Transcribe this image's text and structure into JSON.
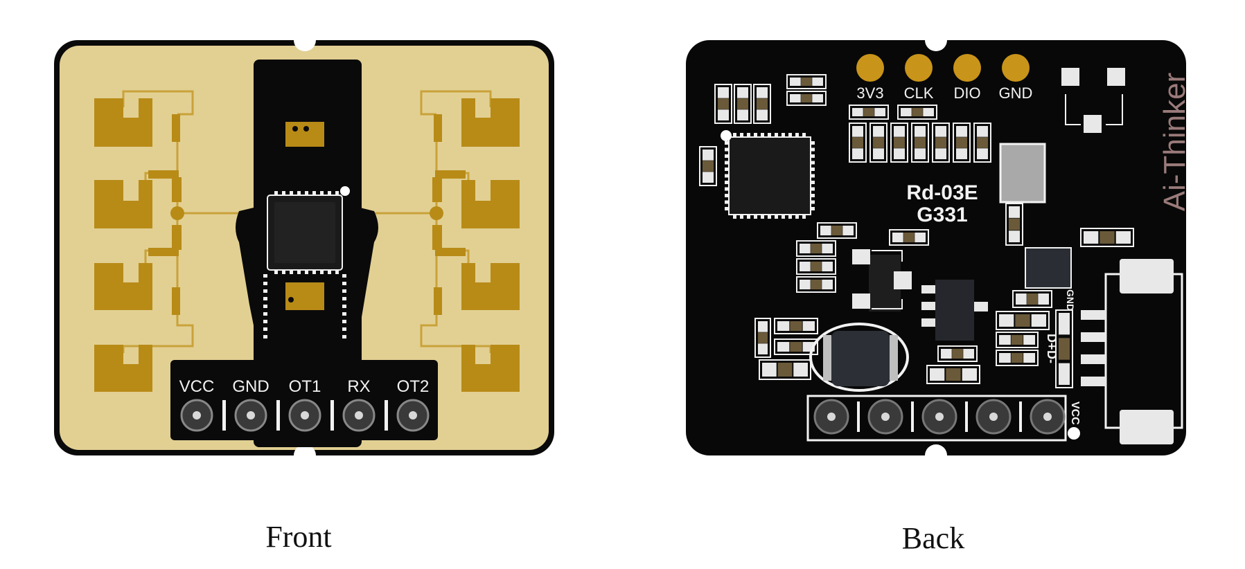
{
  "captions": {
    "front": "Front",
    "back": "Back"
  },
  "front": {
    "pins": [
      "VCC",
      "GND",
      "OT1",
      "RX",
      "OT2"
    ]
  },
  "back": {
    "top_pads": [
      "3V3",
      "CLK",
      "DIO",
      "GND"
    ],
    "model": "Rd-03E",
    "code": "G331",
    "brand": "Ai-Thinker",
    "side_labels": {
      "gnd": "GND",
      "dplus": "D+",
      "dminus": "D-",
      "vcc": "VCC"
    }
  },
  "colors": {
    "board_front": "#e2d093",
    "antenna_gold": "#b88b17",
    "trace_gold": "#c9a23a",
    "board_black": "#080808",
    "pad_gold": "#c9941a",
    "silkscreen": "#f2f2f2"
  }
}
